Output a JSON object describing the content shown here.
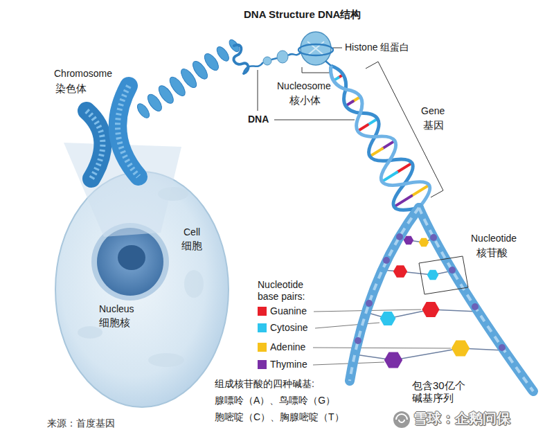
{
  "diagram": {
    "title": "DNA Structure DNA结构",
    "labels": [
      "Histone 组蛋白",
      "Chromosome",
      "染色体",
      "Nucleosome",
      "核小体",
      "DNA",
      "Gene",
      "基因",
      "Cell",
      "细胞",
      "Nucleotide",
      "核苷酸",
      "Nucleotide base pairs:",
      "Nucleus",
      "细胞核",
      "组成核苷酸的四种碱基:",
      "腺嘌呤（A）、鸟嘌呤（G）",
      "胞嘧啶（C）、胸腺嘧啶（T）",
      "包含30亿个 碱基序列",
      "来源：首度基因",
      "雪球：企鹅问保"
    ],
    "legend": [
      {
        "text": "Guanine",
        "color": "#e8202a"
      },
      {
        "text": "Cytosine",
        "color": "#2ec5ee"
      },
      {
        "text": "Adenine",
        "color": "#f6c21c"
      },
      {
        "text": "Thymine",
        "color": "#7a2fa6"
      }
    ]
  }
}
